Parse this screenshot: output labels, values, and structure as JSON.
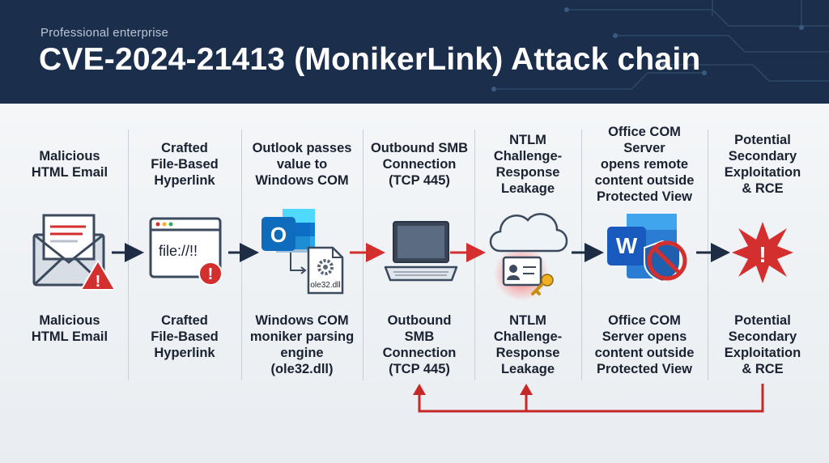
{
  "header": {
    "eyebrow": "Professional enterprise",
    "title": "CVE-2024-21413 (MonikerLink) Attack chain"
  },
  "stages": [
    {
      "top_label": "Malicious\nHTML Email",
      "bottom_label": "Malicious\nHTML Email",
      "icon": "email-warning-icon"
    },
    {
      "top_label": "Crafted\nFile-Based\nHyperlink",
      "bottom_label": "Crafted\nFile-Based\nHyperlink",
      "icon": "browser-file-link-icon",
      "icon_text": "file://!!"
    },
    {
      "top_label": "Outlook passes\nvalue to\nWindows COM",
      "bottom_label": "Windows COM\nmoniker parsing\nengine\n(ole32.dll)",
      "icon": "outlook-com-icon",
      "icon_text": "ole32.dll"
    },
    {
      "top_label": "Outbound SMB\nConnection\n(TCP 445)",
      "bottom_label": "Outbound\nSMB\nConnection\n(TCP 445)",
      "icon": "laptop-icon"
    },
    {
      "top_label": "NTLM\nChallenge-\nResponse\nLeakage",
      "bottom_label": "NTLM\nChallenge-\nResponse\nLeakage",
      "icon": "cloud-credential-key-icon"
    },
    {
      "top_label": "Office COM Server\nopens remote\ncontent outside\nProtected View",
      "bottom_label": "Office COM\nServer opens\ncontent outside\nProtected View",
      "icon": "word-blocked-shield-icon"
    },
    {
      "top_label": "Potential\nSecondary\nExploitation\n& RCE",
      "bottom_label": "Potential\nSecondary\nExploitation\n& RCE",
      "icon": "explosion-alert-icon"
    }
  ],
  "arrows": [
    {
      "from": 1,
      "to": 2,
      "color": "#1f2d44"
    },
    {
      "from": 2,
      "to": 3,
      "color": "#1f2d44"
    },
    {
      "from": 3,
      "to": 4,
      "color": "#d32f2f"
    },
    {
      "from": 4,
      "to": 5,
      "color": "#d32f2f"
    },
    {
      "from": 5,
      "to": 6,
      "color": "#1f2d44"
    },
    {
      "from": 6,
      "to": 7,
      "color": "#1f2d44"
    }
  ],
  "feedback_loop": {
    "color": "#c62828",
    "from": 7,
    "to": [
      4,
      5
    ]
  },
  "colors": {
    "header_bg": "#1b2f4d",
    "accent_red": "#d32f2f",
    "outlook_blue": "#0f6cbd",
    "word_blue": "#185abd"
  }
}
